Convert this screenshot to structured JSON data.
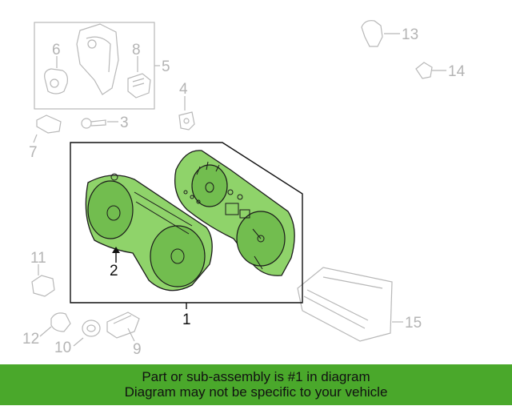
{
  "diagram": {
    "callouts": {
      "c1": "1",
      "c2": "2",
      "c3": "3",
      "c4": "4",
      "c5": "5",
      "c6": "6",
      "c7": "7",
      "c8": "8",
      "c9": "9",
      "c10": "10",
      "c11": "11",
      "c12": "12",
      "c13": "13",
      "c14": "14",
      "c15": "15"
    }
  },
  "banner": {
    "line1": "Part or sub-assembly is #1 in diagram",
    "line2": "Diagram may not be specific to your vehicle"
  },
  "colors": {
    "highlight": "#8fd36a",
    "banner": "#4aa82b",
    "faint": "#b4b4b4"
  }
}
